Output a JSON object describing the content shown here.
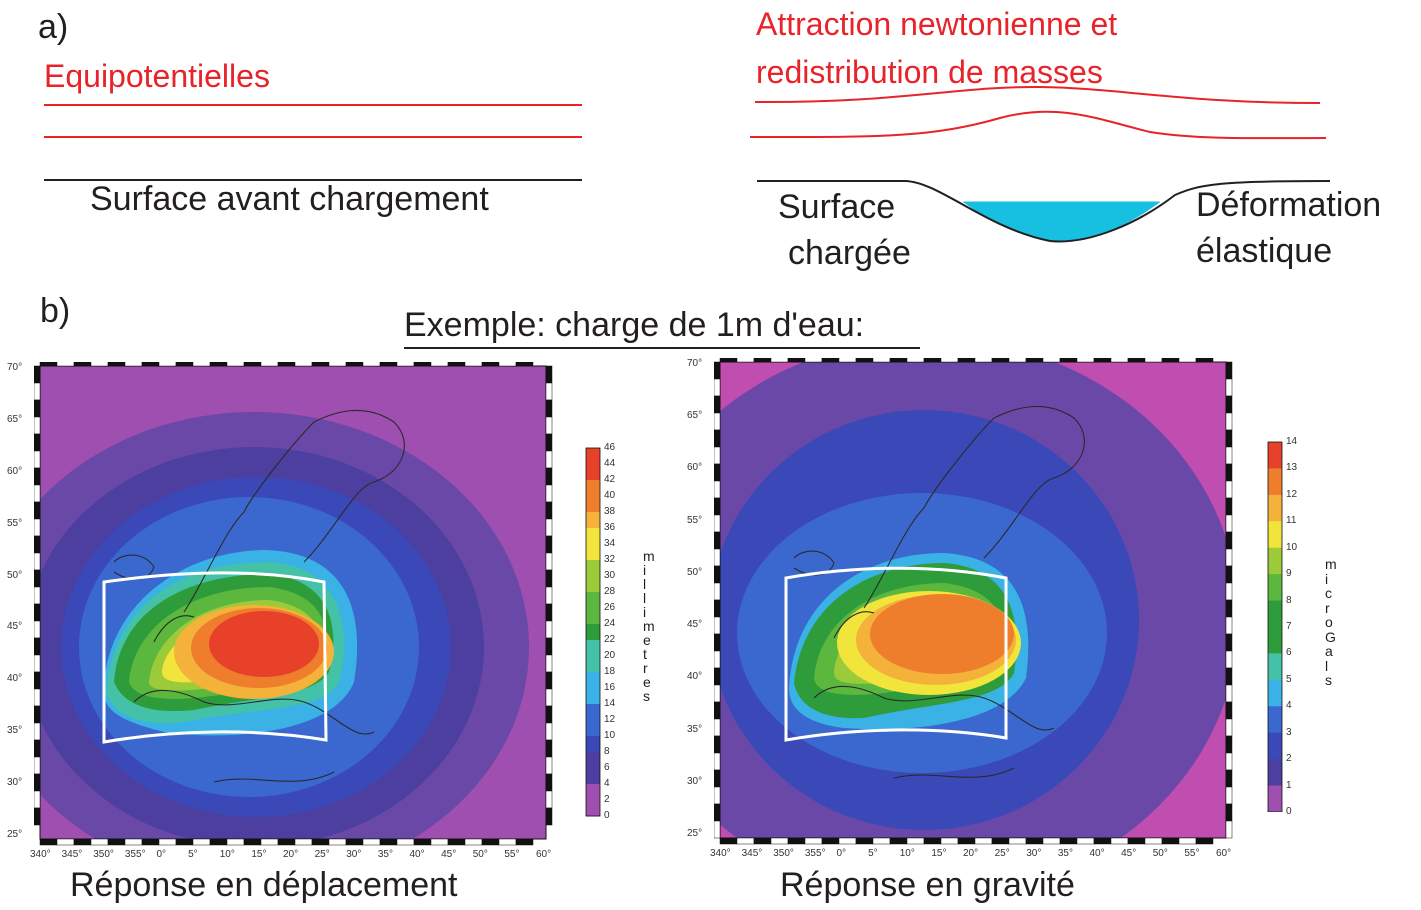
{
  "panel_a": {
    "label": "a)",
    "left_title": "Equipotentielles",
    "left_caption": "Surface avant chargement",
    "right_title_line1": "Attraction newtonienne et",
    "right_title_line2": "redistribution de masses",
    "loaded_surface_line1": "Surface",
    "loaded_surface_line2": "chargée",
    "deformation_line1": "Déformation",
    "deformation_line2": "élastique",
    "colors": {
      "equipotential": "#e8232a",
      "surface": "#231f20",
      "water": "#17bfe0"
    }
  },
  "panel_b": {
    "label": "b)",
    "title": "Exemple: charge de 1m d'eau:",
    "lat_ticks": [
      "70°",
      "65°",
      "60°",
      "55°",
      "50°",
      "45°",
      "40°",
      "35°",
      "30°",
      "25°"
    ],
    "lon_ticks": [
      "340°",
      "345°",
      "350°",
      "355°",
      "0°",
      "5°",
      "10°",
      "15°",
      "20°",
      "25°",
      "30°",
      "35°",
      "40°",
      "45°",
      "50°",
      "55°",
      "60°"
    ],
    "maps": [
      {
        "caption": "Réponse en déplacement",
        "unit_label": "millimetres",
        "unit_letters": [
          "m",
          "i",
          "l",
          "l",
          "i",
          "m",
          "e",
          "t",
          "r",
          "e",
          "s"
        ],
        "scale_ticks": [
          "46",
          "44",
          "42",
          "40",
          "38",
          "36",
          "34",
          "32",
          "30",
          "28",
          "26",
          "24",
          "22",
          "20",
          "18",
          "16",
          "14",
          "12",
          "10",
          "8",
          "6",
          "4",
          "2",
          "0"
        ]
      },
      {
        "caption": "Réponse en gravité",
        "unit_label": "microGals",
        "unit_letters": [
          "m",
          "i",
          "c",
          "r",
          "o",
          "G",
          "a",
          "l",
          "s"
        ],
        "scale_ticks": [
          "14",
          "13",
          "12",
          "11",
          "10",
          "9",
          "8",
          "7",
          "6",
          "5",
          "4",
          "3",
          "2",
          "1",
          "0"
        ]
      }
    ],
    "colormap": [
      "#9e4fb0",
      "#4d3fa0",
      "#3a48b8",
      "#3a68cf",
      "#3ab2e6",
      "#44c2a8",
      "#2f9c3c",
      "#5cb73e",
      "#9ccb3a",
      "#f1e53b",
      "#f4b23a",
      "#ee7d2c",
      "#e8412a"
    ]
  }
}
